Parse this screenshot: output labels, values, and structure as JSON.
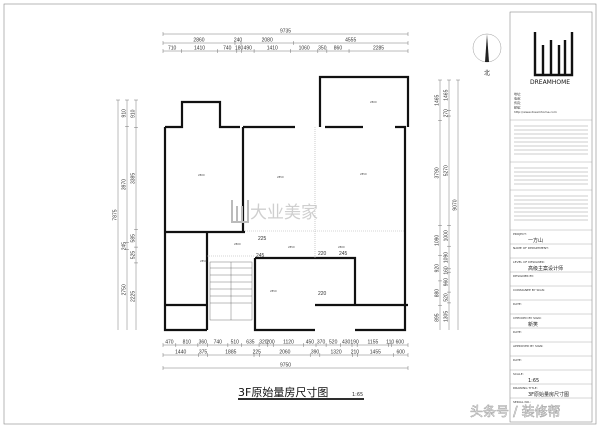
{
  "drawing": {
    "title": "3F原始量房尺寸图",
    "scale": "1:65",
    "north_label": "北"
  },
  "dimensions": {
    "top": [
      [
        9735
      ],
      [
        2860,
        240,
        2080,
        4555
      ],
      [
        710,
        1410,
        740,
        180,
        490,
        1410,
        1060,
        350,
        860,
        2285
      ]
    ],
    "bottom": [
      [
        470,
        810,
        360,
        740,
        510,
        635,
        320,
        200,
        1120,
        450,
        370,
        520,
        430,
        190,
        1155,
        110,
        600
      ],
      [
        1440,
        375,
        1885,
        225,
        2060,
        390,
        1320,
        210,
        1455,
        600
      ],
      [
        9750
      ]
    ],
    "left": [
      [
        7875
      ],
      [
        910,
        3970,
        245,
        2750
      ],
      [
        910,
        3385,
        585,
        525,
        2225
      ]
    ],
    "right": [
      [
        1465,
        3790,
        1090,
        920,
        880,
        895
      ],
      [
        1465,
        270,
        5270,
        1000,
        1090,
        160,
        960,
        520,
        1305
      ],
      [
        9070
      ]
    ]
  },
  "plan_labels": {
    "room_heights": [
      "2800",
      "2850",
      "2850",
      "2800",
      "2800",
      "2850",
      "2800",
      "2850",
      "2850"
    ],
    "beams": [
      "225",
      "220",
      "245",
      "245",
      "220"
    ]
  },
  "watermarks": {
    "center": "大业美家",
    "corner": "头条号 / 装修帮"
  },
  "title_block": {
    "brand": "DREAMHOME",
    "company_lines": [
      "地址：",
      "电话：",
      "传真：",
      "邮编：",
      "http://www.dreamhome.com"
    ],
    "fields": [
      {
        "label": "PROJECT:",
        "value": "一方山"
      },
      {
        "label": "NAME OF DEPARTMENT:",
        "value": ""
      },
      {
        "label": "LEVEL OF DESIGNER:",
        "value": "高级主案设计师"
      },
      {
        "label": "DESIGNER BY:",
        "value": ""
      },
      {
        "label": "CONSIGNEE BY SIGN:",
        "value": ""
      },
      {
        "label": "DATE:",
        "value": ""
      },
      {
        "label": "CHECKED BY SIGN:",
        "value": "新笑"
      },
      {
        "label": "DATE:",
        "value": ""
      },
      {
        "label": "APPROVED BY SIGN:",
        "value": ""
      },
      {
        "label": "DATE:",
        "value": ""
      },
      {
        "label": "SCALE:",
        "value": "1:65"
      },
      {
        "label": "DRAWING TITLE:",
        "value": "3F原始量房尺寸图"
      },
      {
        "label": "SERIAL NO.:",
        "value": ""
      }
    ]
  }
}
